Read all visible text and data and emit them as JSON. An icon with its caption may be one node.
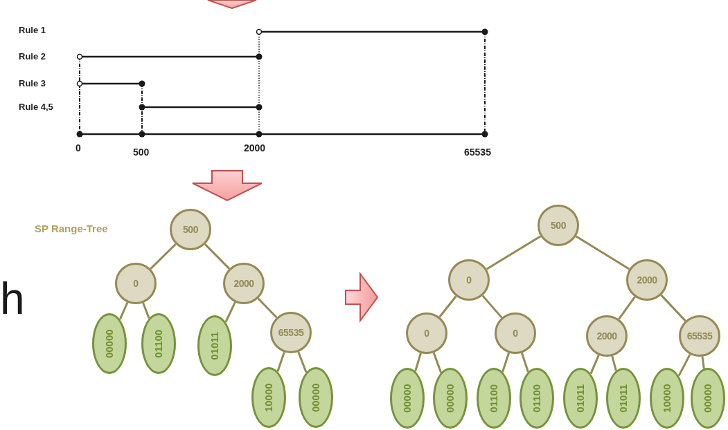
{
  "diagram": {
    "nodes": [
      {
        "text": [
          "500"
        ]
      },
      {
        "text": [
          "0"
        ]
      },
      {
        "text": [
          "2000"
        ]
      },
      {
        "text": [
          "00000"
        ]
      },
      {
        "text": [
          "01100"
        ]
      },
      {
        "text": [
          "01011"
        ]
      },
      {
        "text": [
          "65535"
        ]
      },
      {
        "text": [
          "10000"
        ]
      },
      {
        "text": [
          "00000"
        ]
      },
      {
        "text": [
          "500"
        ]
      },
      {
        "text": [
          "0"
        ]
      },
      {
        "text": [
          "2000"
        ]
      },
      {
        "text": [
          "0"
        ]
      },
      {
        "text": [
          "0"
        ]
      },
      {
        "text": [
          "2000"
        ]
      },
      {
        "text": [
          "65535"
        ]
      },
      {
        "text": [
          "00000"
        ]
      },
      {
        "text": [
          "00000"
        ]
      },
      {
        "text": [
          "01100"
        ]
      },
      {
        "text": [
          "01100"
        ]
      },
      {
        "text": [
          "01011"
        ]
      },
      {
        "text": [
          "01011"
        ]
      },
      {
        "text": [
          "10000"
        ]
      },
      {
        "text": [
          "00000"
        ]
      }
    ],
    "edges": [
      {
        "from": 0,
        "to": 1,
        "arrow": "none"
      },
      {
        "from": 0,
        "to": 2,
        "arrow": "none"
      },
      {
        "from": 1,
        "to": 3,
        "arrow": "none"
      },
      {
        "from": 1,
        "to": 4,
        "arrow": "none"
      },
      {
        "from": 2,
        "to": 5,
        "arrow": "none"
      },
      {
        "from": 2,
        "to": 6,
        "arrow": "none"
      },
      {
        "from": 6,
        "to": 7,
        "arrow": "none"
      },
      {
        "from": 6,
        "to": 8,
        "arrow": "none"
      },
      {
        "from": 9,
        "to": 10,
        "arrow": "none"
      },
      {
        "from": 9,
        "to": 11,
        "arrow": "none"
      },
      {
        "from": 10,
        "to": 12,
        "arrow": "none"
      },
      {
        "from": 10,
        "to": 13,
        "arrow": "none"
      },
      {
        "from": 11,
        "to": 14,
        "arrow": "none"
      },
      {
        "from": 11,
        "to": 15,
        "arrow": "none"
      },
      {
        "from": 12,
        "to": 16,
        "arrow": "none"
      },
      {
        "from": 12,
        "to": 17,
        "arrow": "none"
      },
      {
        "from": 13,
        "to": 18,
        "arrow": "none"
      },
      {
        "from": 13,
        "to": 19,
        "arrow": "none"
      },
      {
        "from": 14,
        "to": 20,
        "arrow": "none"
      },
      {
        "from": 14,
        "to": 21,
        "arrow": "none"
      },
      {
        "from": 15,
        "to": 22,
        "arrow": "none"
      },
      {
        "from": 15,
        "to": 23,
        "arrow": "none"
      }
    ],
    "labels": [
      "Rule 1",
      "Rule 2",
      "Rule 3",
      "Rule 4,5",
      "0",
      "500",
      "2000",
      "65535",
      "SP Range-Tree",
      "h"
    ]
  }
}
